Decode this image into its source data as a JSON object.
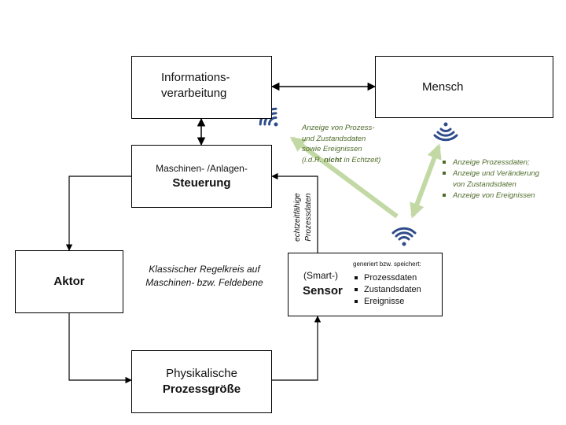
{
  "boxes": {
    "informationsverarbeitung": {
      "line1": "Informations-",
      "line2": "verarbeitung"
    },
    "mensch": {
      "label": "Mensch"
    },
    "steuerung": {
      "line1": "Maschinen- /Anlagen-",
      "line2": "Steuerung"
    },
    "aktor": {
      "label": "Aktor"
    },
    "sensor": {
      "prefix": "(Smart-)",
      "label": "Sensor",
      "note": "generiert bzw. speichert:",
      "items": [
        "Prozessdaten",
        "Zustandsdaten",
        "Ereignisse"
      ]
    },
    "prozessgroesse": {
      "line1": "Physikalische",
      "line2": "Prozessgröße"
    }
  },
  "annotations": {
    "regelkreis": {
      "line1": "Klassischer  Regelkreis auf",
      "line2": "Maschinen- bzw. Feldebene"
    },
    "echtzeit": {
      "line1": "echtzeitfähige",
      "line2": "Prozessdaten"
    },
    "anzeige_info": {
      "line1": "Anzeige von Prozess-",
      "line2": "und Zustandsdaten",
      "line3": "sowie Ereignissen",
      "line4_pre": "(i.d.R. ",
      "line4_bold": "nicht",
      "line4_post": " in Echtzeit)"
    },
    "anzeige_mensch": {
      "items": [
        "Anzeige Prozessdaten;",
        "Anzeige und Veränderung",
        "von Zustandsdaten",
        "Anzeige von Ereignissen"
      ]
    }
  },
  "colors": {
    "wireless_blue": "#2f4d8a",
    "green_arrow": "#c3d9a5",
    "green_text": "#4e6b2a"
  },
  "icons": [
    "wifi-signal-icon-info",
    "wifi-signal-icon-mensch",
    "wifi-signal-icon-sensor"
  ]
}
